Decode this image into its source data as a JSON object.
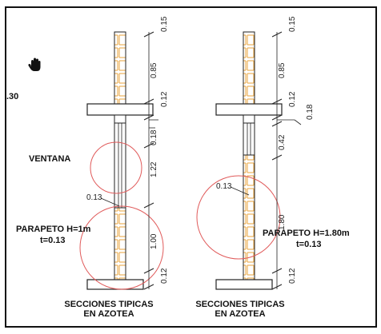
{
  "drawing": {
    "top_left_mark": ".30",
    "labels": {
      "ventana": "VENTANA",
      "parapeto_left_line1": "PARAPETO H=1m",
      "parapeto_left_line2": "t=0.13",
      "parapeto_right_line1": "PARAPETO H=1.80m",
      "parapeto_right_line2": "t=0.13",
      "leader_left": "0.13",
      "leader_right": "0.13"
    },
    "titles": {
      "left_line1": "SECCIONES TIPICAS",
      "left_line2": "EN AZOTEA",
      "right_line1": "SECCIONES TIPICAS",
      "right_line2": "EN AZOTEA"
    },
    "left_dimensions": [
      "0.15",
      "0.85",
      "0.12",
      "0.18",
      "1.22",
      "1.00",
      "0.12"
    ],
    "right_dimensions": [
      "0.15",
      "0.85",
      "0.12",
      "0.18",
      "0.42",
      "1.80",
      "0.12"
    ],
    "colors": {
      "line": "#222222",
      "brick": "#e8a33b",
      "circle": "#e05a5a",
      "slab_fill": "#ffffff"
    },
    "cursor_icon": "hand-cursor-icon"
  }
}
